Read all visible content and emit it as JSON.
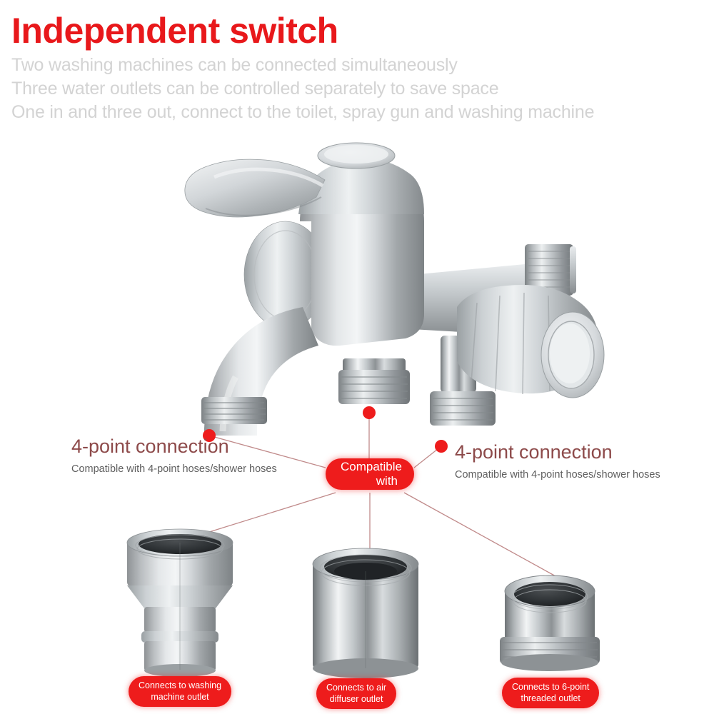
{
  "header": {
    "title": "Independent switch",
    "sublines": [
      "Two washing machines can be connected simultaneously",
      "Three water outlets can be controlled separately to save space",
      "One in and three out, connect to the toilet, spray gun and washing machine"
    ]
  },
  "callouts": {
    "left": {
      "headline": "4-point connection",
      "subtitle": "Compatible with 4-point hoses/shower hoses"
    },
    "right": {
      "headline": "4-point connection",
      "subtitle": "Compatible with 4-point hoses/shower hoses"
    }
  },
  "center_pill": {
    "line1": "Compatible",
    "line2": "with"
  },
  "badges": [
    {
      "line1": "Connects to washing",
      "line2": "machine outlet"
    },
    {
      "line1": "Connects to air",
      "line2": "diffuser outlet"
    },
    {
      "line1": "Connects to 6-point",
      "line2": "threaded outlet"
    }
  ],
  "colors": {
    "title_red": "#e8181b",
    "pill_red": "#ee1c1c",
    "subline_gray": "#d3d3d3",
    "callout_headline": "#8d4a4a",
    "callout_sub": "#5f5f5f",
    "connector_line": "#c08a8a",
    "marker_dot": "#ee1c1c",
    "background": "#ffffff"
  },
  "product": {
    "name": "dual-outlet-faucet",
    "parts": [
      "lever-handle",
      "main-body",
      "spout-outlet",
      "center-threaded-outlet",
      "right-threaded-outlet",
      "side-valve-knob",
      "rear-threaded-inlet"
    ]
  },
  "connectors": [
    "washing-machine-hose-adapter",
    "air-diffuser-sleeve",
    "six-point-threaded-ring"
  ]
}
